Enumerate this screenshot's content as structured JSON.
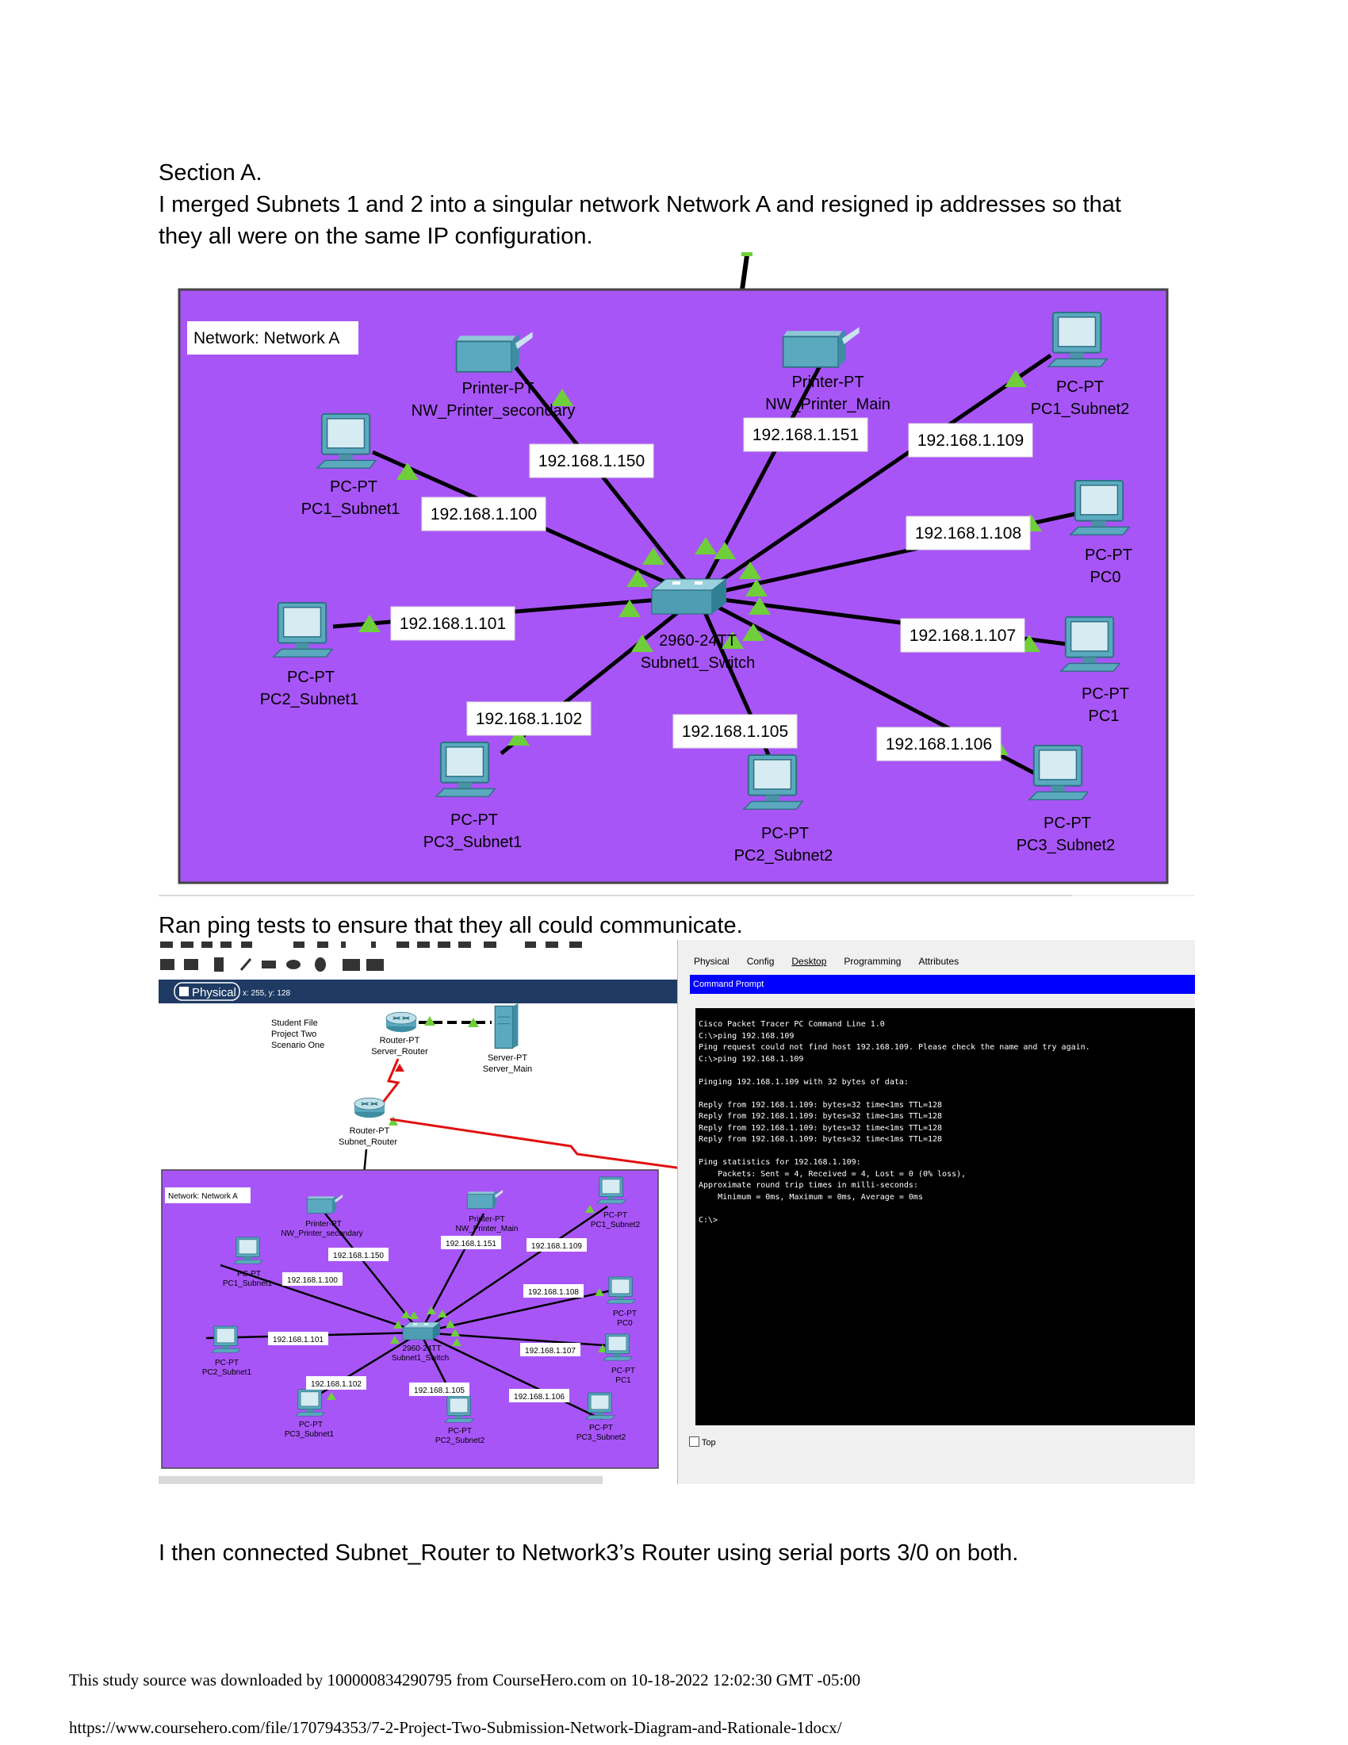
{
  "document": {
    "section_heading": "Section A.",
    "intro_line1": "I merged Subnets 1 and 2 into a singular network Network A and resigned ip addresses so that",
    "intro_line2": "they all were on the same IP configuration.",
    "ping_text": "Ran ping tests to ensure that they all could communicate.",
    "connect_text": "I then connected Subnet_Router to Network3’s Router using serial ports 3/0 on both."
  },
  "diagram": {
    "network_label": "Network: Network A",
    "switch": {
      "type": "2960-24TT",
      "name": "Subnet1_Switch"
    },
    "devices": {
      "printer_secondary": {
        "type": "Printer-PT",
        "name": "NW_Printer_secondary",
        "ip": "192.168.1.150"
      },
      "printer_main": {
        "type": "Printer-PT",
        "name": "NW_Printer_Main",
        "ip": "192.168.1.151"
      },
      "pc1_subnet1": {
        "type": "PC-PT",
        "name": "PC1_Subnet1",
        "ip": "192.168.1.100"
      },
      "pc2_subnet1": {
        "type": "PC-PT",
        "name": "PC2_Subnet1",
        "ip": "192.168.1.101"
      },
      "pc3_subnet1": {
        "type": "PC-PT",
        "name": "PC3_Subnet1",
        "ip": "192.168.1.102"
      },
      "pc2_subnet2": {
        "type": "PC-PT",
        "name": "PC2_Subnet2",
        "ip": "192.168.1.105"
      },
      "pc3_subnet2": {
        "type": "PC-PT",
        "name": "PC3_Subnet2",
        "ip": "192.168.1.106"
      },
      "pc1": {
        "type": "PC-PT",
        "name": "PC1",
        "ip": "192.168.1.107"
      },
      "pc0": {
        "type": "PC-PT",
        "name": "PC0",
        "ip": "192.168.1.108"
      },
      "pc1_subnet2": {
        "type": "PC-PT",
        "name": "PC1_Subnet2",
        "ip": "192.168.1.109"
      }
    }
  },
  "screenshot2": {
    "mode_label": "Physical",
    "coords": "x: 255, y: 128",
    "note_lines": [
      "Student File",
      "Project Two",
      "Scenario One"
    ],
    "server_router": {
      "type": "Router-PT",
      "name": "Server_Router"
    },
    "server_main": {
      "type": "Server-PT",
      "name": "Server_Main"
    },
    "subnet_router": {
      "type": "Router-PT",
      "name": "Subnet_Router"
    },
    "tabs": [
      "Physical",
      "Config",
      "Desktop",
      "Programming",
      "Attributes"
    ],
    "active_tab": "Desktop",
    "cmd_title": "Command Prompt",
    "console_lines": [
      "Cisco Packet Tracer PC Command Line 1.0",
      "C:\\>ping 192.168.109",
      "Ping request could not find host 192.168.109. Please check the name and try again.",
      "C:\\>ping 192.168.1.109",
      "",
      "Pinging 192.168.1.109 with 32 bytes of data:",
      "",
      "Reply from 192.168.1.109: bytes=32 time<1ms TTL=128",
      "Reply from 192.168.1.109: bytes=32 time<1ms TTL=128",
      "Reply from 192.168.1.109: bytes=32 time<1ms TTL=128",
      "Reply from 192.168.1.109: bytes=32 time<1ms TTL=128",
      "",
      "Ping statistics for 192.168.1.109:",
      "    Packets: Sent = 4, Received = 4, Lost = 0 (0% loss),",
      "Approximate round trip times in milli-seconds:",
      "    Minimum = 0ms, Maximum = 0ms, Average = 0ms",
      "",
      "C:\\>"
    ],
    "top_checkbox_label": "Top"
  },
  "footer": {
    "source_line": "This study source was downloaded by 100000834290795 from CourseHero.com on 10-18-2022 12:02:30 GMT -05:00",
    "url_line": "https://www.coursehero.com/file/170794353/7-2-Project-Two-Submission-Network-Diagram-and-Rationale-1docx/"
  },
  "colors": {
    "network_bg": "#a855f7",
    "link_green": "#6fcf3a",
    "serial_red": "#e01010",
    "console_bg": "#000000",
    "cmd_bar": "#0000ff"
  }
}
